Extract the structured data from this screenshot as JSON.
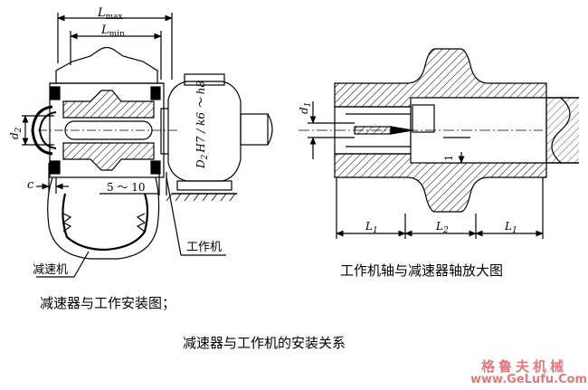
{
  "left_figure": {
    "dims": {
      "l_max_base": "L",
      "l_max_sub": "max",
      "l_min_base": "L",
      "l_min_sub": "min",
      "d2_base": "d",
      "d2_sub": "2",
      "c": "c",
      "gap": "5 ～ 10",
      "fit_base": "D",
      "fit_sub": "2",
      "fit_formula": "H7 / k6 ～ h8"
    },
    "labels": {
      "work_machine": "工作机",
      "reducer": "减速机"
    }
  },
  "right_figure": {
    "dims": {
      "d_base": "d",
      "d_sub": "1",
      "one": "1",
      "l1_left_base": "L",
      "l1_left_sub": "1",
      "l2_base": "L",
      "l2_sub": "2",
      "l1_right_base": "L",
      "l1_right_sub": "1"
    }
  },
  "captions": {
    "zoom_caption": "工作机轴与减速器轴放大图",
    "install_caption": "减速器与工作安装图；",
    "main_caption": "减速器与工作机的安装关系"
  },
  "watermark": {
    "cn": "格鲁夫机械",
    "url": "www.GeLufu.Com",
    "color": "#e07a7a"
  }
}
